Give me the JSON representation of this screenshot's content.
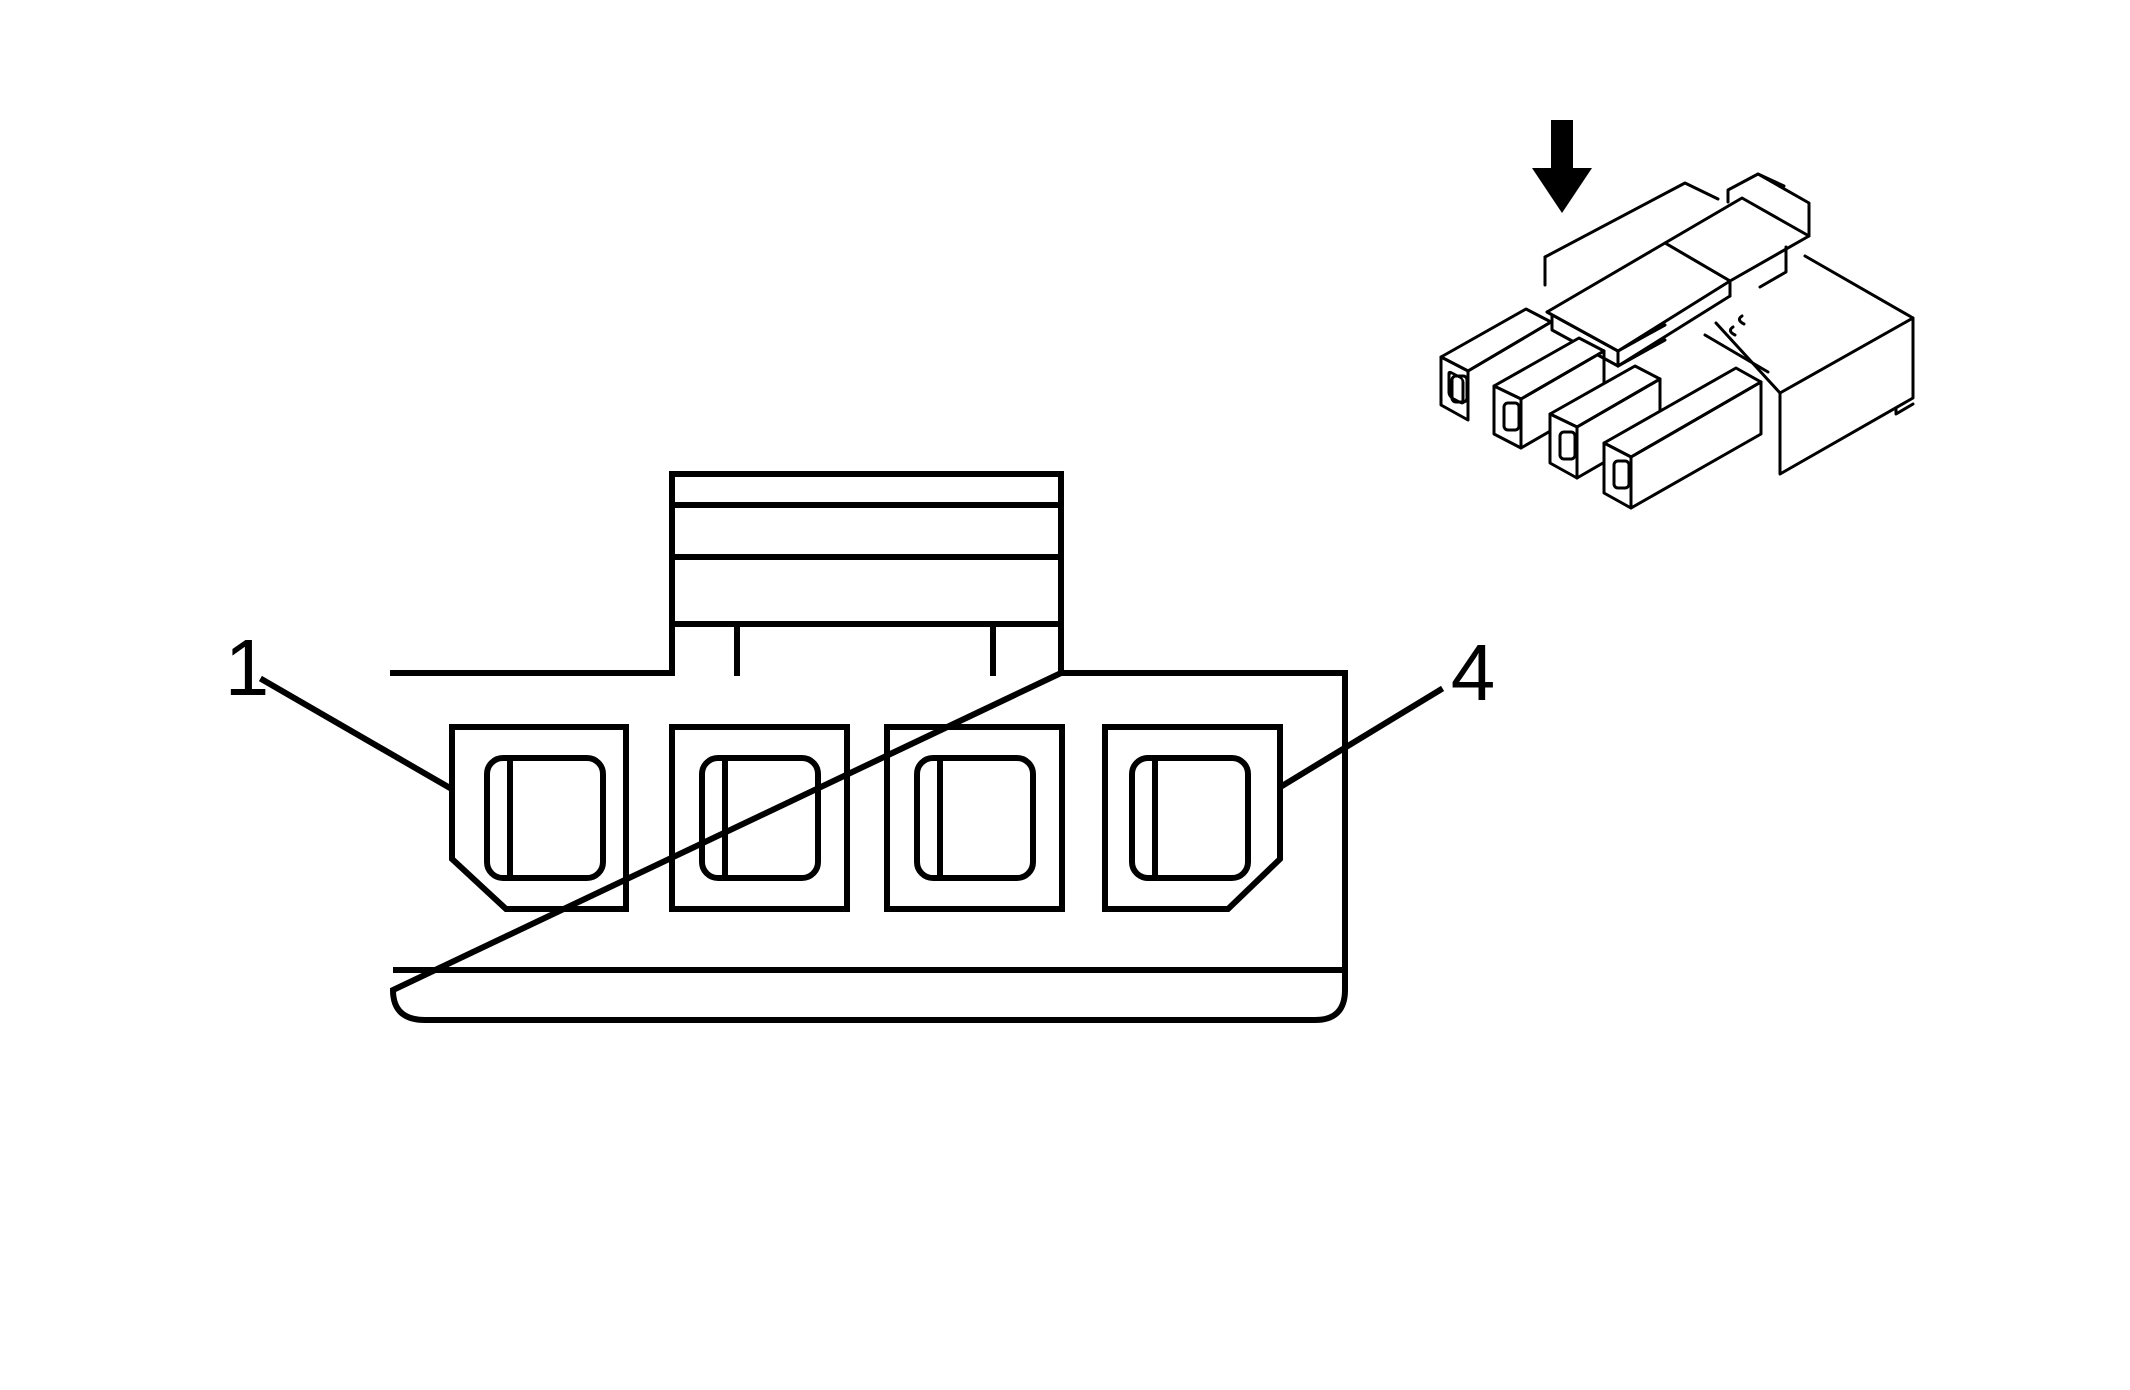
{
  "labels": {
    "pin_first": "1",
    "pin_last": "4"
  },
  "pin_count": 4,
  "colors": {
    "stroke": "#000000",
    "background": "#ffffff"
  },
  "icons": {
    "view_direction": "down-arrow-icon",
    "connector_preview": "connector-isometric-icon"
  }
}
